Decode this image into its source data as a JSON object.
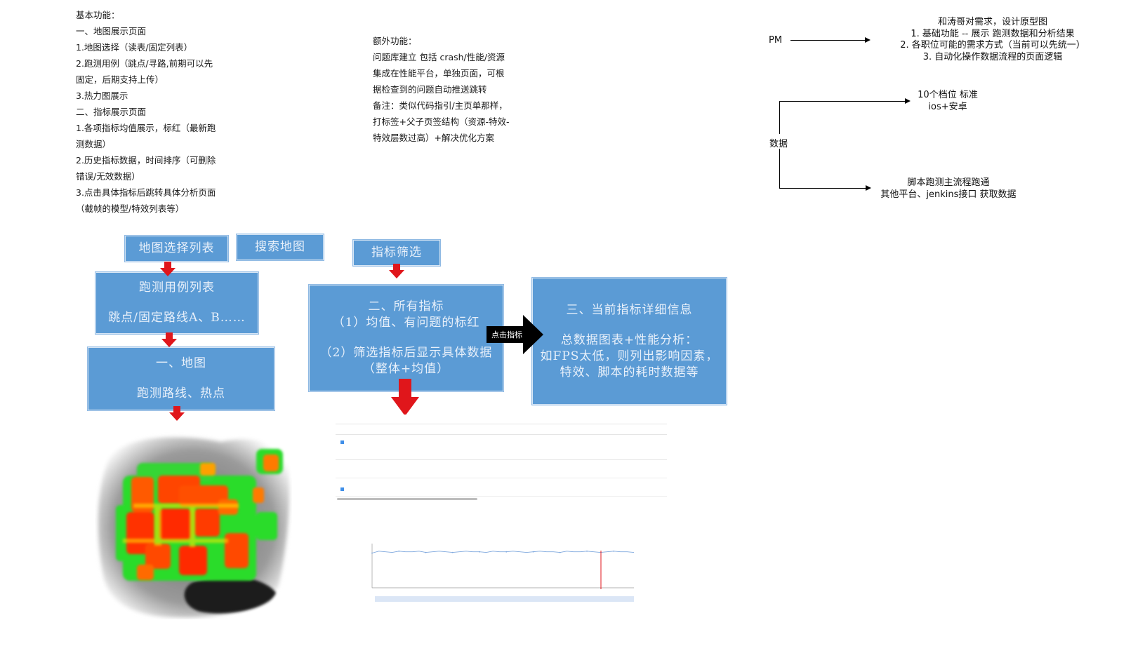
{
  "notes": {
    "basic": [
      "基本功能：",
      "一、地图展示页面",
      "1.地图选择（读表/固定列表）",
      "2.跑测用例（跳点/寻路,前期可以先",
      "固定，后期支持上传）",
      "3.热力图展示",
      "二、指标展示页面",
      "1.各项指标均值展示，标红（最新跑",
      "测数据）",
      "2.历史指标数据，时间排序（可删除",
      "错误/无效数据）",
      "3.点击具体指标后跳转具体分析页面",
      "（截帧的模型/特效列表等）"
    ],
    "extra": [
      "额外功能：",
      "问题库建立 包括 crash/性能/资源",
      "集成在性能平台，单独页面，可根",
      "据检查到的问题自动推送跳转",
      "备注：类似代码指引/主页单那样，",
      "打标签+父子页签结构（资源-特效-",
      "特效层数过高）+解决优化方案"
    ]
  },
  "pm": {
    "label": "PM",
    "lines": [
      "和涛哥对需求，设计原型图",
      "1. 基础功能 -- 展示 跑测数据和分析结果",
      "2. 各职位可能的需求方式（当前可以先统一）",
      "3. 自动化操作数据流程的页面逻辑"
    ]
  },
  "data_branch": {
    "label": "数据",
    "top": [
      "10个档位 标准",
      "ios+安卓"
    ],
    "bottom": [
      "脚本跑测主流程跑通",
      "其他平台、jenkins接口 获取数据"
    ]
  },
  "flow": {
    "map_select": "地图选择列表",
    "search_map": "搜索地图",
    "cases_title": "跑测用例列表",
    "cases_sub": "跳点/固定路线A、B……",
    "map_title": "一、地图",
    "map_sub": "跑测路线、热点",
    "filter": "指标筛选",
    "all_title": "二、所有指标",
    "all_line1": "（1）均值、有问题的标红",
    "all_line2": "（2）筛选指标后显示具体数据",
    "all_line3": "（整体+均值）",
    "click_label": "点击指标",
    "detail_title": "三、当前指标详细信息",
    "detail_line1": "总数据图表+性能分析：",
    "detail_line2": "如FPS太低，则列出影响因素，",
    "detail_line3": "特效、脚本的耗时数据等"
  },
  "colors": {
    "box_fill": "#5b9bd5",
    "arrow_red": "#e0161b",
    "heat_red": "#ff2a00",
    "heat_green": "#2bdc2b"
  },
  "chart_data": {
    "type": "line",
    "series": [
      {
        "values": [
          55,
          58,
          57,
          56,
          58,
          57,
          57,
          58,
          56,
          57,
          58,
          57,
          56,
          57,
          58,
          57,
          57,
          56,
          58,
          57,
          57,
          58,
          57,
          56,
          57,
          58,
          57,
          57,
          56,
          58,
          57,
          57,
          58,
          57,
          56,
          57,
          58,
          57,
          57,
          56
        ]
      }
    ],
    "ylim": [
      0,
      70
    ],
    "grid": false
  }
}
